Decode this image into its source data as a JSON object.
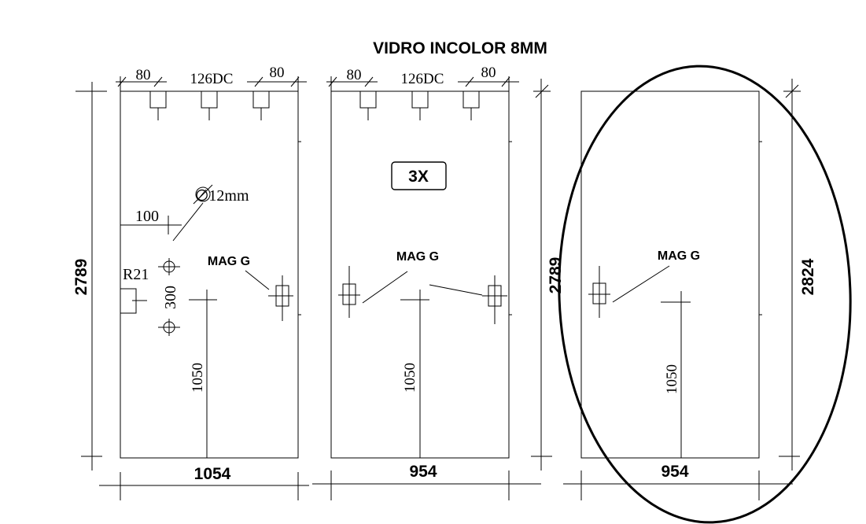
{
  "title": "VIDRO INCOLOR 8MM",
  "colors": {
    "line": "#000000",
    "background": "#ffffff"
  },
  "panel1": {
    "height": "2789",
    "width": "1054",
    "top_left_gap": "80",
    "top_center": "126DC",
    "top_right_gap": "80",
    "hole_diameter": "∅12mm",
    "offset": "100",
    "radius": "R21",
    "hole_spacing": "300",
    "handle_height": "1050",
    "hardware": "MAG G"
  },
  "panel2": {
    "height": "2789",
    "width": "954",
    "top_left_gap": "80",
    "top_center": "126DC",
    "top_right_gap": "80",
    "quantity": "3X",
    "handle_height": "1050",
    "hardware": "MAG G"
  },
  "panel3": {
    "height": "2824",
    "width": "954",
    "handle_height": "1050",
    "hardware": "MAG G"
  }
}
